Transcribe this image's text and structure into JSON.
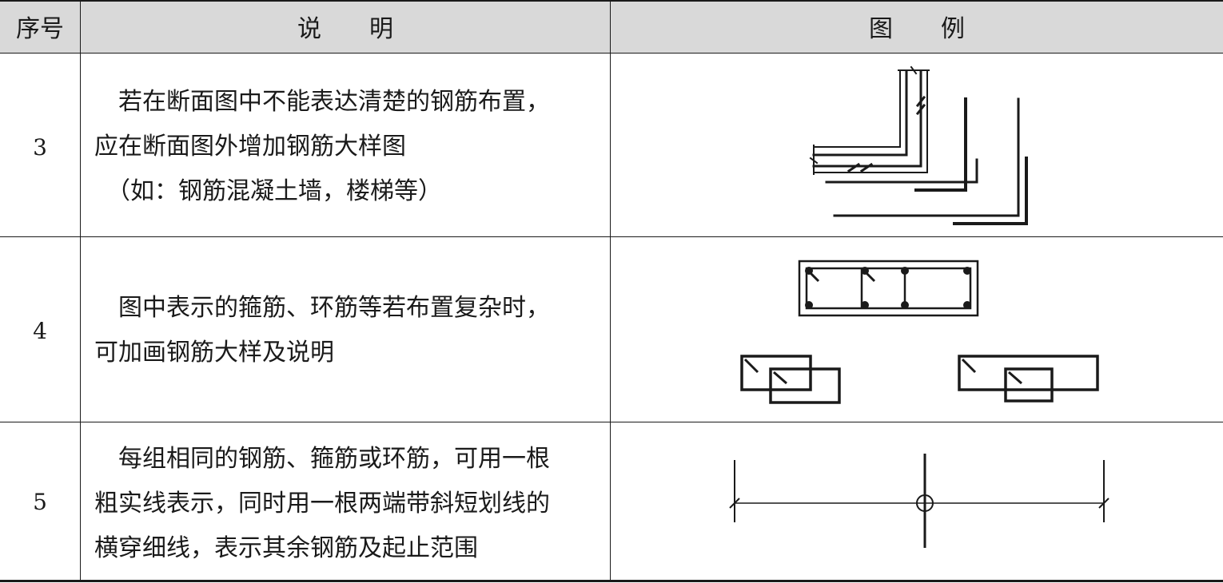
{
  "header": {
    "seq_label": "序号",
    "desc_label": "说　　明",
    "fig_label": "图　　例"
  },
  "rows": [
    {
      "seq": "3",
      "lines": [
        "　若在断面图中不能表达清楚的钢筋布置，",
        "应在断面图外增加钢筋大样图",
        "　（如：钢筋混凝土墙，楼梯等）"
      ],
      "figure": "wall-stair-rebar-detail"
    },
    {
      "seq": "4",
      "lines": [
        "　图中表示的箍筋、环筋等若布置复杂时，",
        "可加画钢筋大样及说明"
      ],
      "figure": "stirrup-detail"
    },
    {
      "seq": "5",
      "lines": [
        "　每组相同的钢筋、箍筋或环筋，可用一根",
        "粗实线表示，同时用一根两端带斜短划线的",
        "横穿细线，表示其余钢筋及起止范围"
      ],
      "figure": "rebar-group-range"
    }
  ],
  "colors": {
    "header_bg": "#d9d9d9",
    "line": "#1a1a1a"
  }
}
